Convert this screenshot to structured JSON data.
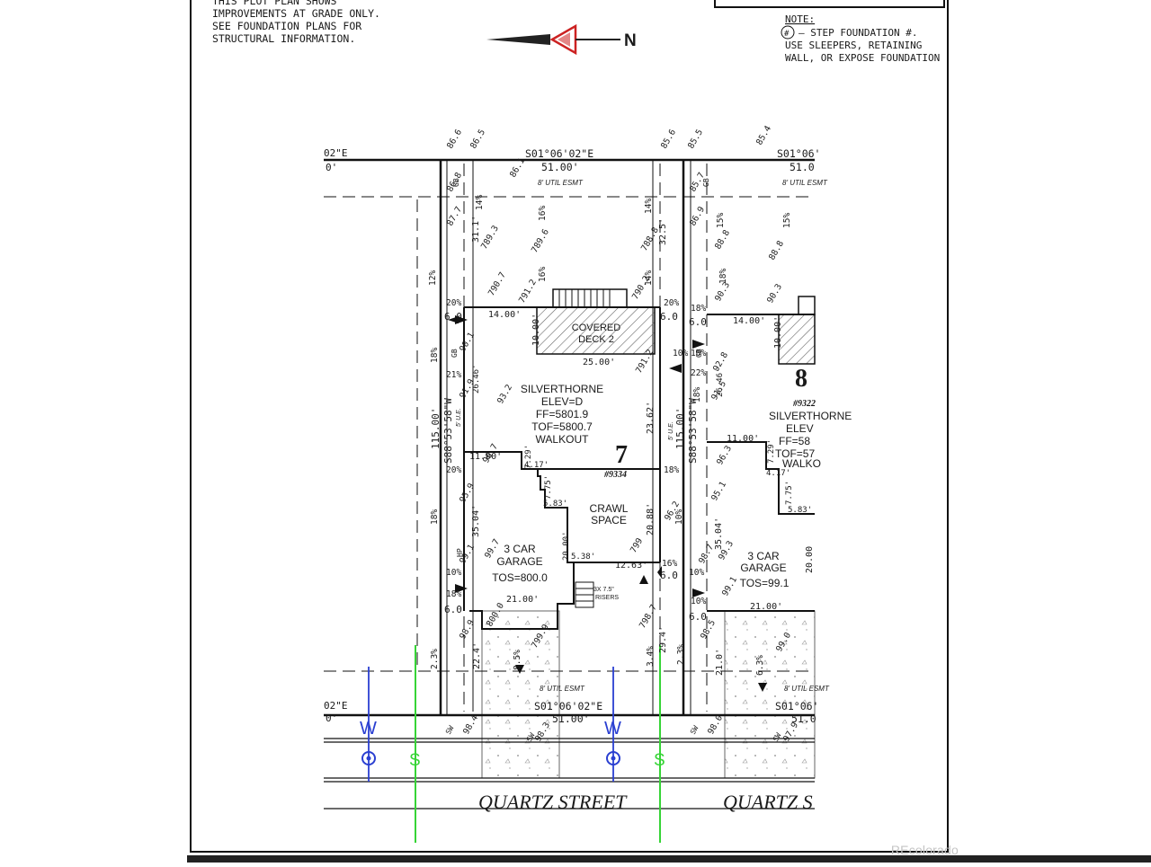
{
  "header": {
    "plot_note_lines": [
      "THIS PLOT PLAN SHOWS",
      "IMPROVEMENTS AT GRADE ONLY.",
      "SEE FOUNDATION PLANS FOR",
      "STRUCTURAL INFORMATION."
    ],
    "north_label": "N",
    "note_title": "NOTE:",
    "note_symbol": "#",
    "note_lines": [
      "–  STEP FOUNDATION #.",
      "USE SLEEPERS, RETAINING",
      "WALL, OR EXPOSE FOUNDATION"
    ]
  },
  "lots": {
    "lot7": {
      "number": "7",
      "address": "#9334",
      "house": [
        "SILVERTHORNE",
        "ELEV=D",
        "FF=5801.9",
        "TOF=5800.7",
        "WALKOUT"
      ],
      "deck": [
        "COVERED",
        "DECK 2"
      ],
      "crawl": [
        "CRAWL",
        "SPACE"
      ],
      "garage": [
        "3 CAR",
        "GARAGE",
        "TOS=800.0"
      ],
      "risers": [
        "3X 7.5\"",
        "RISERS"
      ],
      "north_bearing": "S01°06'02\"E",
      "north_width": "51.00'",
      "south_bearing": "S01°06'02\"E",
      "south_width": "51.00'",
      "side_bearing": "S88°53'58\"W",
      "side_length": "115.00'",
      "side_length_right": "115.00'",
      "deck_width": "25.00'",
      "deck_depth": "10.00'",
      "setback_left": "14.00'",
      "garage_width": "21.00'",
      "dims": [
        "11.00'",
        "7.29'",
        "4.17'",
        "7.75'",
        "5.83'",
        "23.62'",
        "20.88'",
        "20.00'",
        "5.38'",
        "12.63'",
        "35.04'",
        "26.46'",
        "31.1'",
        "22.4'",
        "29.4'"
      ]
    },
    "lot8": {
      "number": "8",
      "address": "#9322",
      "house": [
        "SILVERTHORNE",
        "ELEV",
        "FF=58",
        "TOF=57",
        "WALKO"
      ],
      "garage": [
        "3 CAR",
        "GARAGE",
        "TOS=99.1"
      ],
      "north_bearing": "S01°06'",
      "north_width": "51.0",
      "south_bearing": "S01°06'",
      "south_width": "51.0",
      "side_bearing": "S88°53'58\"W",
      "side_length": "115.00'",
      "setback_left": "14.00'",
      "garage_width": "21.00'",
      "dims": [
        "11.00'",
        "7.29'",
        "4.17'",
        "7.75'",
        "5.83'",
        "20.00",
        "10.00'",
        "35.04'",
        "26.46'",
        "32.5'",
        "21.0'"
      ]
    },
    "left_stub": {
      "bearing": "02\"E",
      "width": "0'",
      "bearing_bottom": "02\"E",
      "width_bottom": "0'"
    }
  },
  "easements": {
    "top": "8' UTIL ESMT",
    "bottom": "8' UTIL ESMT",
    "ue": "5' U.E."
  },
  "elevations": {
    "boundary": [
      "86.6",
      "86.5",
      "86.8",
      "87.7",
      "85.6",
      "85.5",
      "85.7",
      "86.9",
      "85.4",
      "86.1"
    ],
    "interior": [
      "789.3",
      "789.6",
      "788.8",
      "790.7",
      "791.2",
      "790.2",
      "791.2",
      "93.2",
      "90.1",
      "91.9",
      "96.7",
      "95.9",
      "99.1",
      "99.7",
      "800.0",
      "799.9",
      "98.9",
      "798.7",
      "799",
      "96.2",
      "88.8",
      "90.3",
      "88.8",
      "90.3",
      "92.8",
      "91.5",
      "96.3",
      "95.1",
      "98.7",
      "99.3",
      "99.1",
      "98.5",
      "99.0",
      "98.4",
      "98.3",
      "98.0",
      "97.9"
    ],
    "gb": "GB",
    "hp": "HP",
    "sw": "SW"
  },
  "slopes": [
    "14%",
    "16%",
    "14%",
    "12%",
    "20%",
    "18%",
    "21%",
    "20%",
    "18%",
    "10%",
    "18%",
    "2.3%",
    "16%",
    "14%",
    "20%",
    "10%",
    "18%",
    "22%",
    "18%",
    "18%",
    "10%",
    "16%",
    "10%",
    "3.4%",
    "2.3%",
    "15%",
    "15%",
    "18%",
    "10%",
    "10%",
    "8.5%",
    "6.3%"
  ],
  "offsets": [
    "6.0",
    "6.0",
    "6.0",
    "6.0",
    "6.0",
    "6.0"
  ],
  "utilities": {
    "water": "W",
    "sewer": "S",
    "water2": "W",
    "sewer2": "S"
  },
  "streets": {
    "main": "QUARTZ STREET",
    "right": "QUARTZ S"
  },
  "watermark": "REcolorado",
  "colors": {
    "line": "#1a1a1a",
    "sewer": "#36d436",
    "water": "#2a3fd1",
    "north_arrow": "#cc2222",
    "hatch": "#555555"
  }
}
